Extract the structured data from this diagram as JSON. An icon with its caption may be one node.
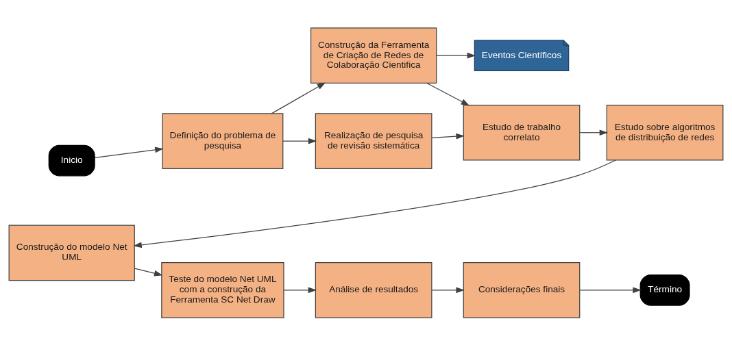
{
  "diagram": {
    "nodes": [
      {
        "text": [
          "Inicio"
        ]
      },
      {
        "text": [
          "Definição do problema de pesquisa"
        ]
      },
      {
        "text": [
          "Eventos Científicos"
        ]
      },
      {
        "text": [
          "Construção da Ferramenta de Criação de Redes de Colaboração Cientifica"
        ]
      },
      {
        "text": [
          "Realização de pesquisa de revisão sistemática"
        ]
      },
      {
        "text": [
          "Estudo de trabalho correlato"
        ]
      },
      {
        "text": [
          "Estudo sobre algoritmos de distribuição de redes"
        ]
      },
      {
        "text": [
          "Construção do modelo Net UML"
        ]
      },
      {
        "text": [
          "Teste do modelo Net UML com a construção da Ferramenta SC Net Draw"
        ]
      },
      {
        "text": [
          "Análise de resultados"
        ]
      },
      {
        "text": [
          "Considerações finais"
        ]
      },
      {
        "text": [
          "Término"
        ]
      }
    ],
    "edges": [
      {
        "from": 0,
        "to": 1,
        "arrow": "to"
      },
      {
        "from": 1,
        "to": 3,
        "arrow": "to"
      },
      {
        "from": 1,
        "to": 4,
        "arrow": "to"
      },
      {
        "from": 3,
        "to": 2,
        "arrow": "to"
      },
      {
        "from": 3,
        "to": 5,
        "arrow": "to"
      },
      {
        "from": 4,
        "to": 5,
        "arrow": "to"
      },
      {
        "from": 5,
        "to": 6,
        "arrow": "to"
      },
      {
        "from": 6,
        "to": 7,
        "arrow": "to"
      },
      {
        "from": 7,
        "to": 8,
        "arrow": "to"
      },
      {
        "from": 8,
        "to": 9,
        "arrow": "to"
      },
      {
        "from": 9,
        "to": 10,
        "arrow": "to"
      },
      {
        "from": 10,
        "to": 11,
        "arrow": "to"
      }
    ]
  }
}
